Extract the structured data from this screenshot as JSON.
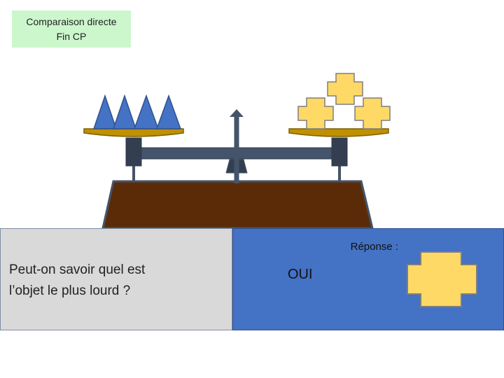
{
  "header": {
    "line1": "Comparaison directe",
    "line2": "Fin CP"
  },
  "scale": {
    "left_pan_contents": "triangles",
    "left_count": 4,
    "right_pan_contents": "crosses",
    "right_count": 3
  },
  "question": {
    "line1": "Peut-on savoir quel est",
    "line2": "l’objet le plus lourd ?"
  },
  "answer": {
    "label": "Réponse :",
    "text": "OUI",
    "shape": "cross"
  },
  "colors": {
    "triangle": "#4472c4",
    "cross": "#ffd966",
    "pan": "#bf9000",
    "base": "#5b2b08",
    "beam": "#44546a",
    "answer_bg": "#4472c4",
    "question_bg": "#d9d9d9",
    "header_bg": "#ccf6cc"
  }
}
